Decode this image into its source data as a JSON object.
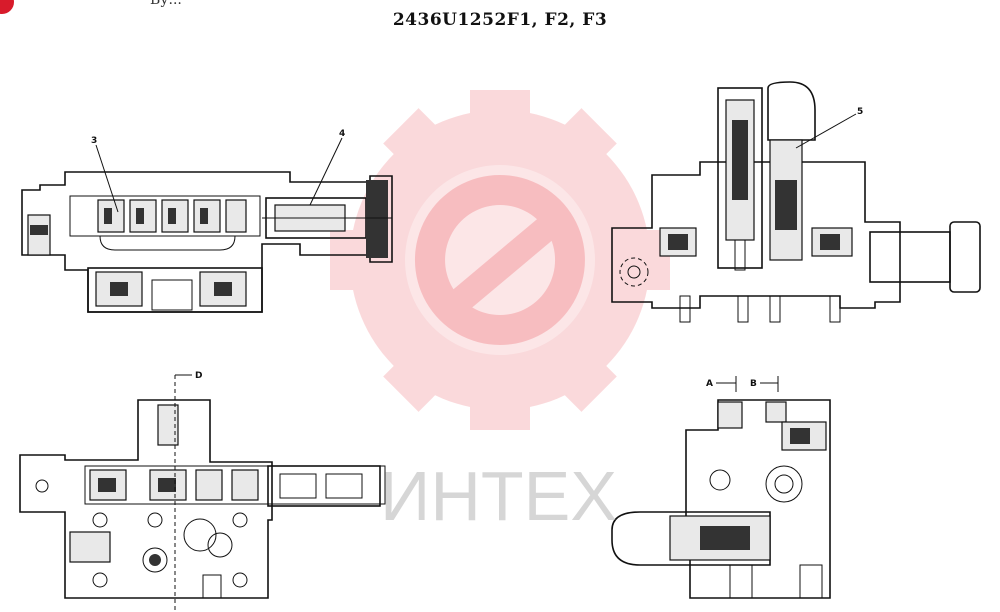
{
  "header": {
    "title": "2436U1252F1, F2, F3",
    "top_fragment": "Бу..."
  },
  "watermark": {
    "text": "ИНТЕХ",
    "color": "#e8323c"
  },
  "callouts": {
    "c3": "3",
    "c4": "4",
    "c5": "5"
  },
  "section_marks": {
    "d": "D",
    "a": "A",
    "b": "B"
  }
}
